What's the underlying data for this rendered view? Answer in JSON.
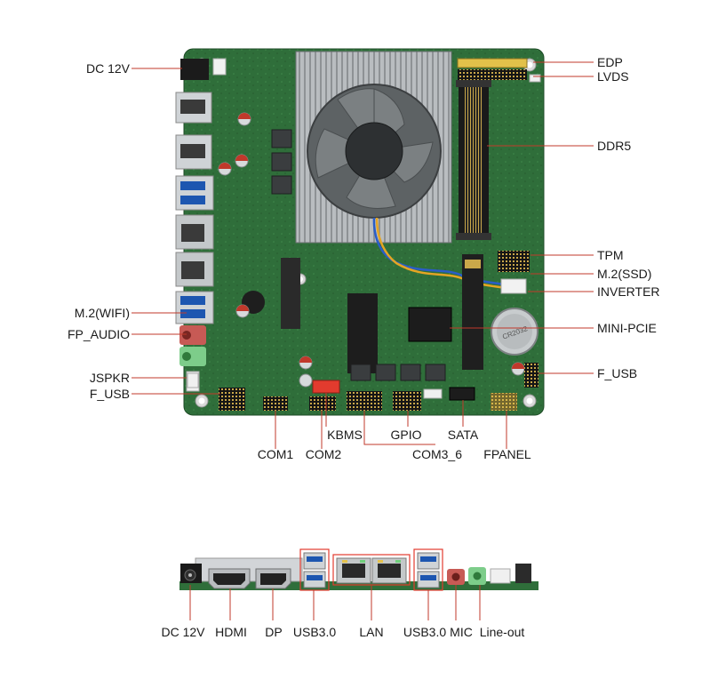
{
  "board_labels": {
    "dc_12v": "DC 12V",
    "m2_wifi": "M.2(WIFI)",
    "fp_audio": "FP_AUDIO",
    "jspkr": "JSPKR",
    "f_usb_left": "F_USB",
    "edp": "EDP",
    "lvds": "LVDS",
    "ddr5": "DDR5",
    "tpm": "TPM",
    "m2_ssd": "M.2(SSD)",
    "inverter": "INVERTER",
    "mini_pcie": "MINI-PCIE",
    "f_usb_right": "F_USB",
    "com1": "COM1",
    "com2": "COM2",
    "kbms": "KBMS",
    "gpio": "GPIO",
    "com3_6": "COM3_6",
    "sata": "SATA",
    "fpanel": "FPANEL"
  },
  "io_labels": {
    "dc_12v": "DC 12V",
    "hdmi": "HDMI",
    "dp": "DP",
    "usb30_a": "USB3.0",
    "lan": "LAN",
    "usb30_b": "USB3.0",
    "mic": "MIC",
    "line_out": "Line-out"
  },
  "chip_markings": {
    "cmos_battery": "CR2032"
  },
  "colors": {
    "pcb": "#2f6e3a",
    "pcb_dark": "#245a2e",
    "leader_line": "#c0392b",
    "heatsink": "#b4b8bb",
    "text": "#1a1a1a"
  }
}
